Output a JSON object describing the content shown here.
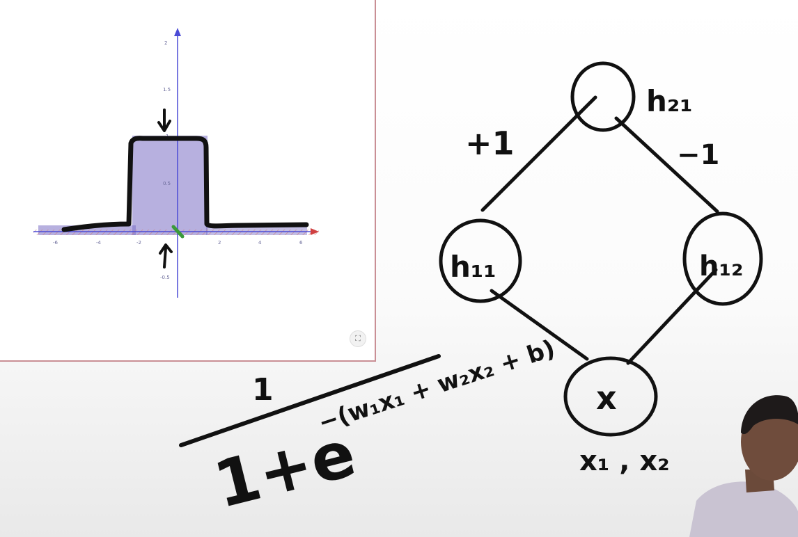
{
  "graph": {
    "y_ticks": [
      "2",
      "1.5",
      "1",
      "0.5",
      "-0.5"
    ],
    "x_ticks": [
      "-6",
      "-4",
      "-2",
      "2",
      "4",
      "6"
    ],
    "fullscreen_icon": "fullscreen-icon",
    "colors": {
      "axis": "#4b4bd6",
      "x_axis_arrow": "#d04040",
      "shade": "#7b6fc4",
      "ink": "#111111",
      "point": "#3a9a3a"
    }
  },
  "network": {
    "nodes": {
      "top": "h₂₁",
      "left": "h₁₁",
      "right": "h₁₂",
      "bottom": "x"
    },
    "input_label": "x₁ , x₂",
    "edge_weights": {
      "top_left": "+1",
      "top_right": "−1"
    }
  },
  "formula": {
    "numerator": "1",
    "denominator_prefix": "1+e",
    "exponent": "−(w₁x₁ + w₂x₂ + b)"
  }
}
